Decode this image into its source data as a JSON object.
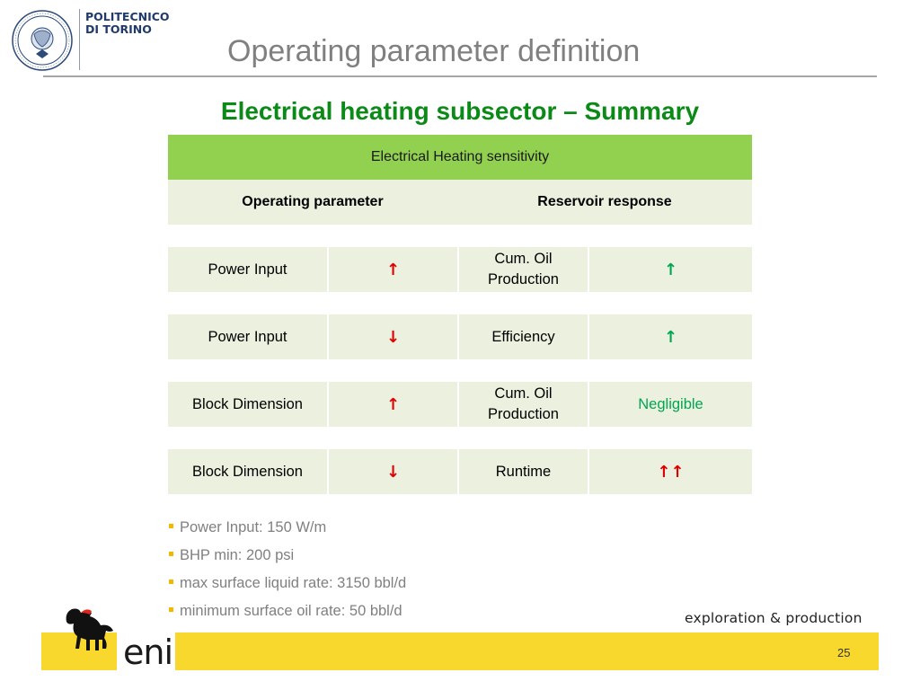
{
  "header": {
    "university_line1": "POLITECNICO",
    "university_line2": "DI TORINO",
    "title": "Operating parameter definition"
  },
  "subtitle": "Electrical heating subsector – Summary",
  "table": {
    "caption": "Electrical Heating sensitivity",
    "columns": [
      "Operating parameter",
      "Reservoir response"
    ],
    "rows": [
      {
        "parameter": "Power Input",
        "parameter_change": "↑",
        "parameter_change_color": "#e00000",
        "response": "Cum. Oil Production",
        "response_change": "↑",
        "response_change_color": "#00a651"
      },
      {
        "parameter": "Power Input",
        "parameter_change": "↓",
        "parameter_change_color": "#e00000",
        "response": "Efficiency",
        "response_change": "↑",
        "response_change_color": "#00a651"
      },
      {
        "parameter": "Block Dimension",
        "parameter_change": "↑",
        "parameter_change_color": "#e00000",
        "response": "Cum. Oil Production",
        "response_change": "Negligible",
        "response_change_color": "#00a651"
      },
      {
        "parameter": "Block Dimension",
        "parameter_change": "↓",
        "parameter_change_color": "#e00000",
        "response": "Runtime",
        "response_change": "↑↑",
        "response_change_color": "#e00000"
      }
    ]
  },
  "bullets": [
    "Power Input: 150 W/m",
    "BHP min: 200 psi",
    "max surface liquid rate: 3150 bbl/d",
    "minimum surface oil rate: 50 bbl/d"
  ],
  "footer": {
    "brand": "eni",
    "tagline": "exploration & production",
    "page_number": "25"
  },
  "colors": {
    "title_green": "#0c8a17",
    "header_green": "#92d050",
    "row_fill": "#ebf1de",
    "footer_yellow": "#f9d82e",
    "bullet_yellow": "#f2b800"
  }
}
